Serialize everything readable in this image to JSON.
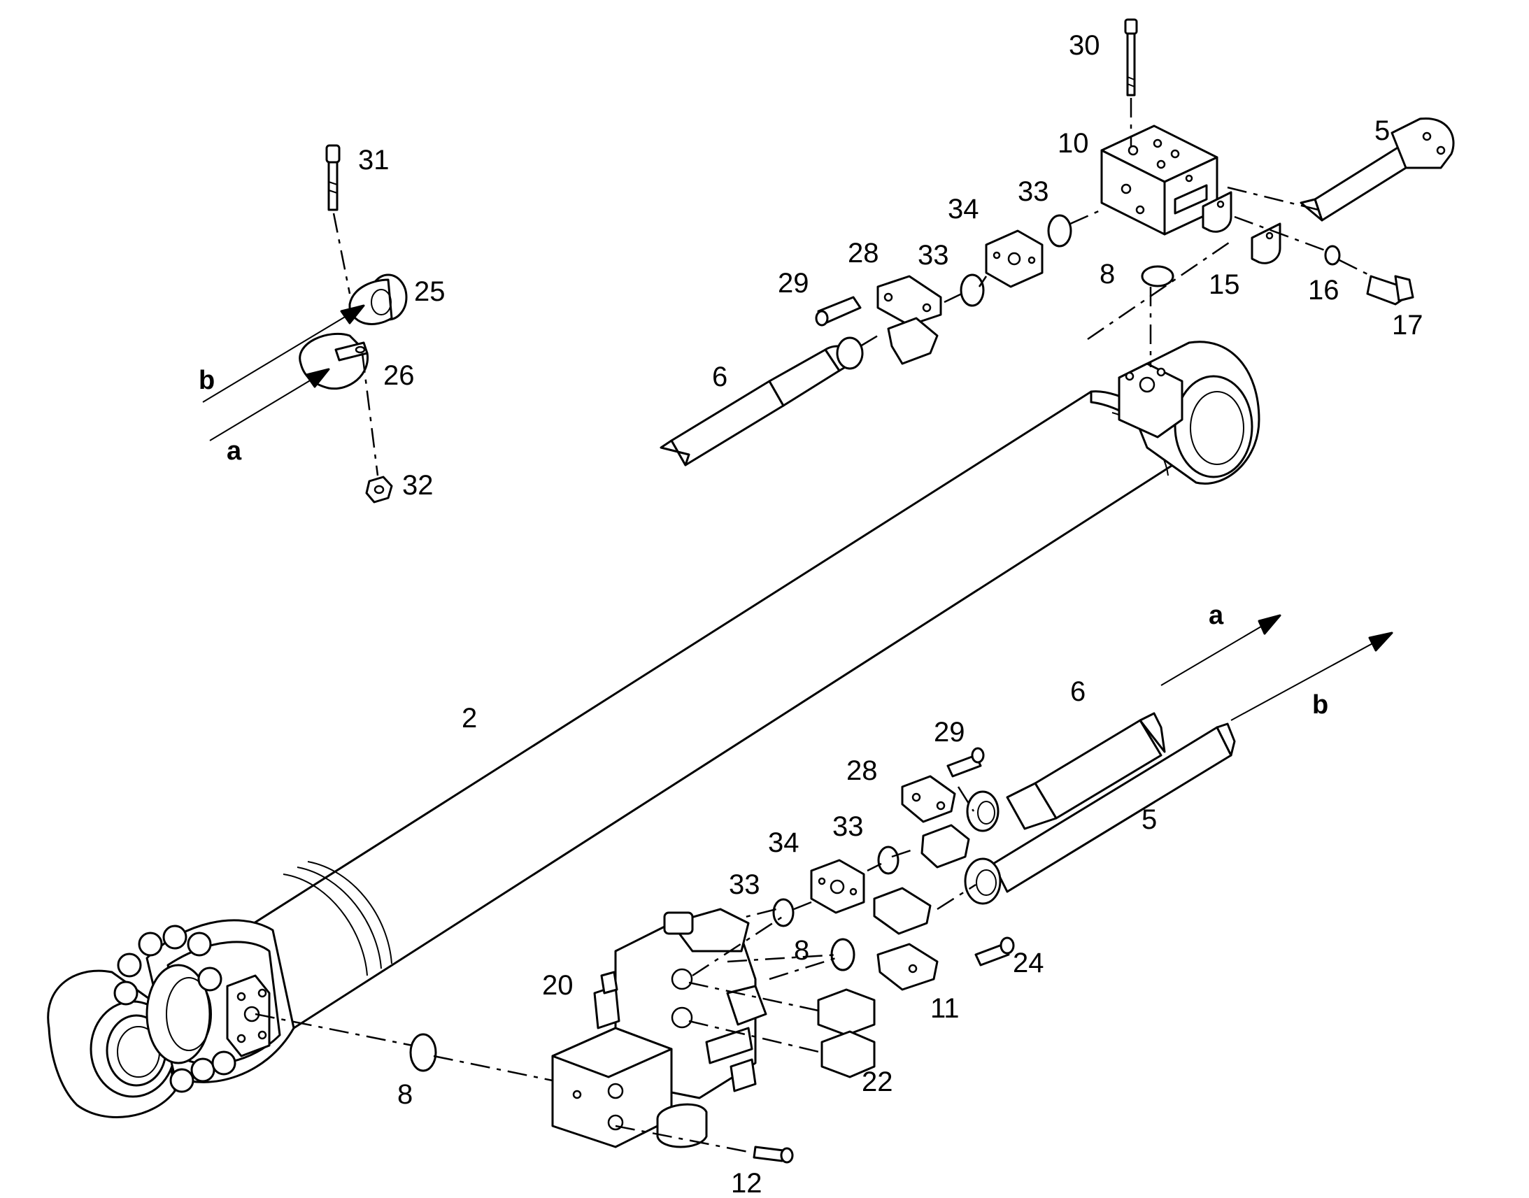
{
  "labels": {
    "p30": "30",
    "p31": "31",
    "p5_top": "5",
    "p10": "10",
    "p33_top_a": "33",
    "p34_top": "34",
    "p25": "25",
    "p28_top": "28",
    "p33_top_b": "33",
    "p8_top": "8",
    "p15": "15",
    "p16": "16",
    "p29_top": "29",
    "p17": "17",
    "p26": "26",
    "p6_top": "6",
    "p32": "32",
    "p2": "2",
    "p6_bot": "6",
    "p29_bot": "29",
    "p28_bot": "28",
    "p5_bot": "5",
    "p33_bot_a": "33",
    "p34_bot": "34",
    "p33_bot_b": "33",
    "p8_mid": "8",
    "p24": "24",
    "p20": "20",
    "p11": "11",
    "p22": "22",
    "p8_bot": "8",
    "p12": "12"
  },
  "letters": {
    "b_left": "b",
    "a_left": "a",
    "a_right": "a",
    "b_right": "b"
  }
}
